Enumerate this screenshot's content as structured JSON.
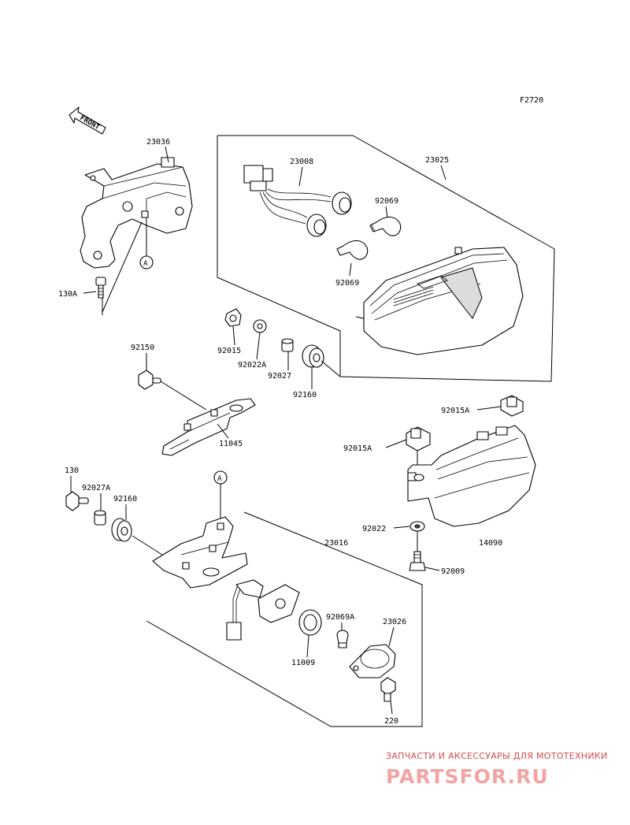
{
  "figure_code": "F2720",
  "front_label": "FRONT",
  "ref_a": "A",
  "parts": {
    "p23036": "23036",
    "p130A": "130A",
    "p23008": "23008",
    "p23025": "23025",
    "p92069_upper": "92069",
    "p92069_lower": "92069",
    "p92015": "92015",
    "p92022A": "92022A",
    "p92027": "92027",
    "p92160_upper": "92160",
    "p92150": "92150",
    "p11045": "11045",
    "p92015A_right": "92015A",
    "p92015A_left": "92015A",
    "p92022": "92022",
    "p14090": "14090",
    "p92009": "92009",
    "p130": "130",
    "p92027A": "92027A",
    "p92160_lower": "92160",
    "p23016": "23016",
    "p92069A": "92069A",
    "p23026": "23026",
    "p11009": "11009",
    "p220": "220"
  },
  "watermark": {
    "tagline": "ЗАПЧАСТИ И АКСЕССУАРЫ ДЛЯ МОТОТЕХНИКИ",
    "logo": "PARTSFOR.RU"
  }
}
